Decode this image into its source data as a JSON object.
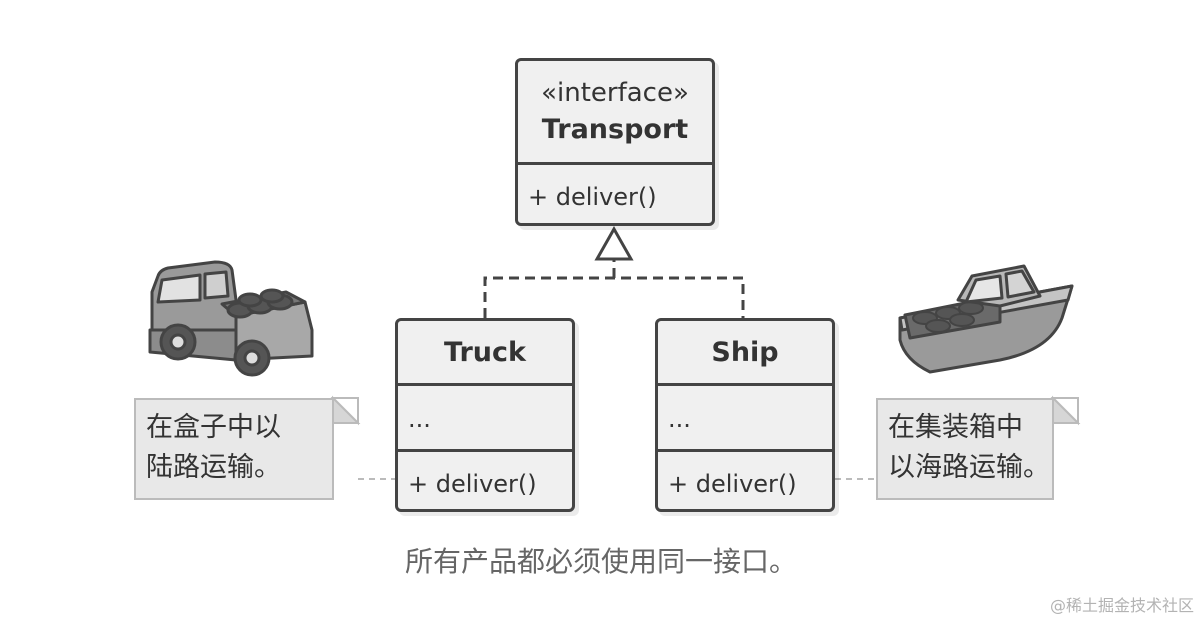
{
  "interface_class": {
    "stereotype": "«interface»",
    "name": "Transport",
    "method": "+ deliver()"
  },
  "truck_class": {
    "name": "Truck",
    "fields": "...",
    "method": "+ deliver()"
  },
  "ship_class": {
    "name": "Ship",
    "fields": "...",
    "method": "+ deliver()"
  },
  "truck_note": {
    "line1": "在盒子中以",
    "line2": "陆路运输。"
  },
  "ship_note": {
    "line1": "在集装箱中",
    "line2": "以海路运输。"
  },
  "caption": "所有产品都必须使用同一接口。",
  "watermark": "@稀土掘金技术社区",
  "colors": {
    "box_fill": "#f0f0f0",
    "box_border": "#444444",
    "note_fill": "#e8e8e8",
    "caption": "#666666"
  },
  "icons": [
    "truck-icon",
    "boat-icon"
  ]
}
